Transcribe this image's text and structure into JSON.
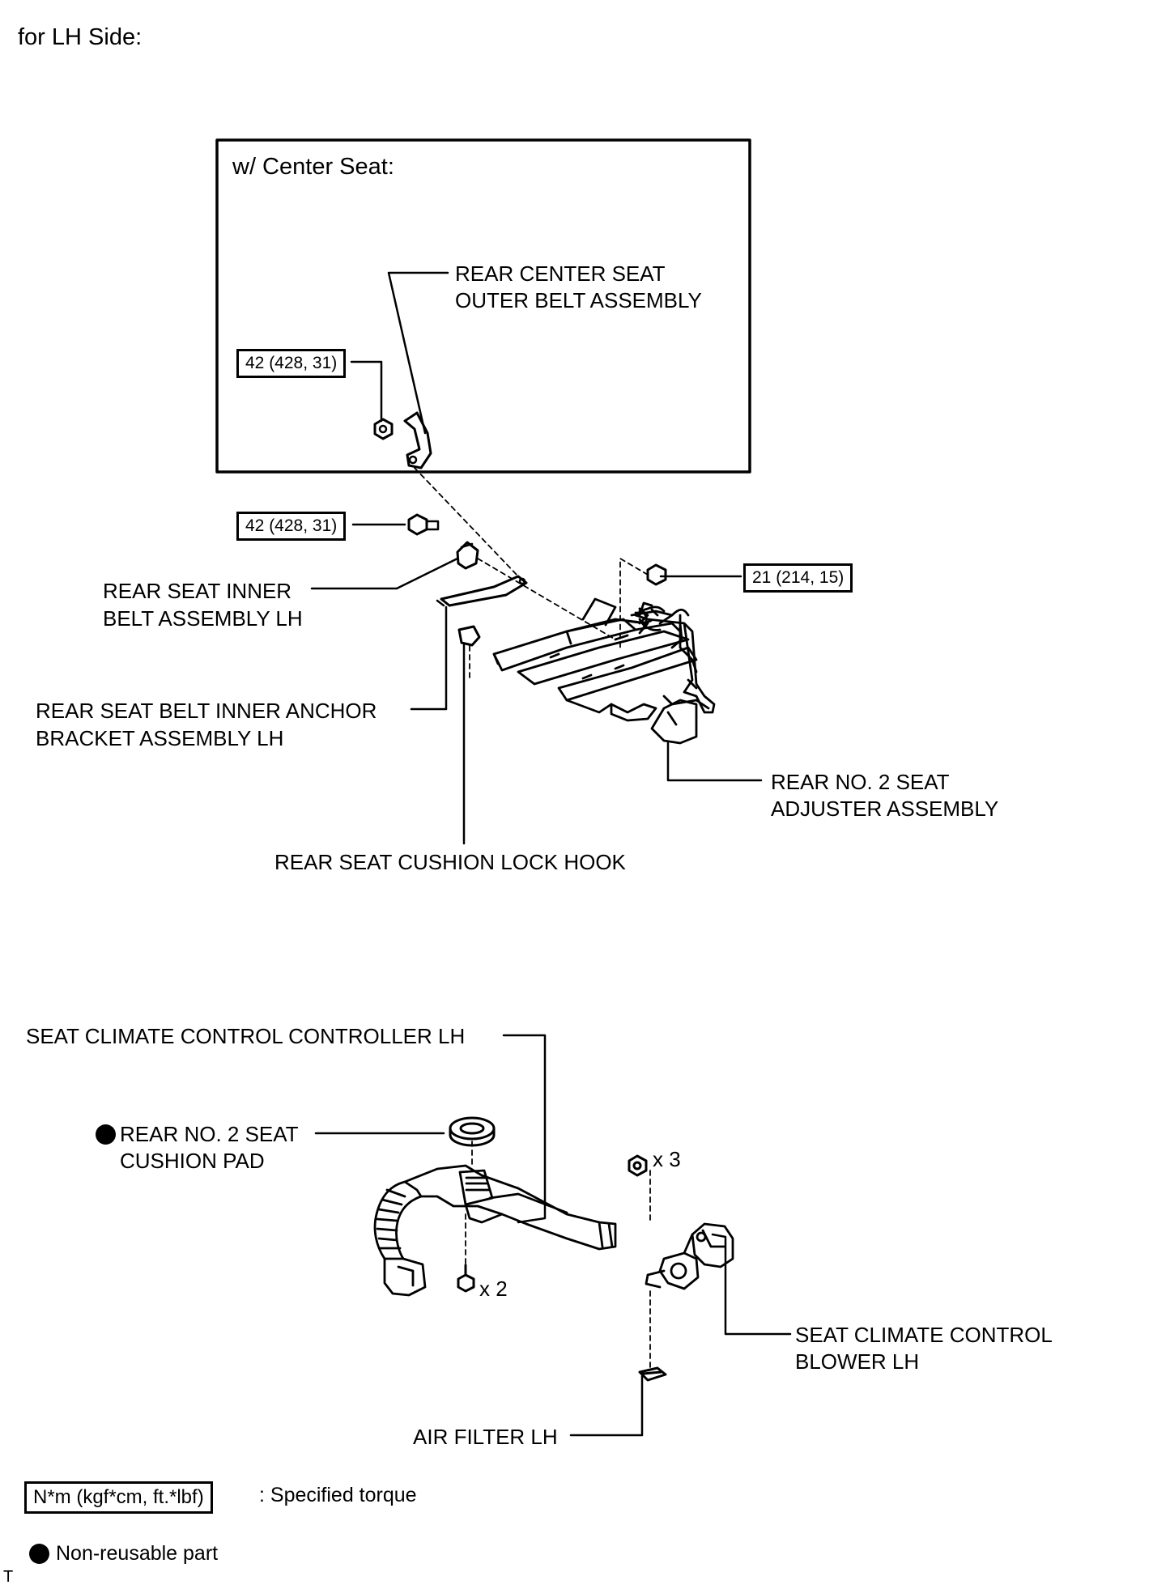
{
  "header": "for LH Side:",
  "inset": {
    "title": "w/ Center Seat:"
  },
  "labels": {
    "center_belt_l1": "REAR CENTER SEAT",
    "center_belt_l2": "OUTER BELT ASSEMBLY",
    "inner_belt_l1": "REAR SEAT INNER",
    "inner_belt_l2": "BELT ASSEMBLY LH",
    "anchor_l1": "REAR SEAT BELT INNER ANCHOR",
    "anchor_l2": "BRACKET ASSEMBLY LH",
    "adjuster_l1": "REAR NO. 2 SEAT",
    "adjuster_l2": "ADJUSTER ASSEMBLY",
    "lock_hook": "REAR SEAT CUSHION LOCK HOOK",
    "controller": "SEAT CLIMATE CONTROL CONTROLLER LH",
    "pad_l1": "REAR NO. 2 SEAT",
    "pad_l2": "CUSHION PAD",
    "blower_l1": "SEAT CLIMATE CONTROL",
    "blower_l2": "BLOWER LH",
    "air_filter": "AIR FILTER LH"
  },
  "torques": {
    "inset_nut": "42 (428, 31)",
    "inner_belt_bolt": "42 (428, 31)",
    "adjuster_nut": "21 (214, 15)"
  },
  "quantities": {
    "nuts": "x 3",
    "screws": "x 2"
  },
  "legend": {
    "torque_unit": "N*m (kgf*cm, ft.*lbf)",
    "torque_text": ": Specified torque",
    "nonreusable_text": "Non-reusable part"
  },
  "footer_mark": "T",
  "icons": {
    "non_reusable": "filled-circle-icon"
  }
}
